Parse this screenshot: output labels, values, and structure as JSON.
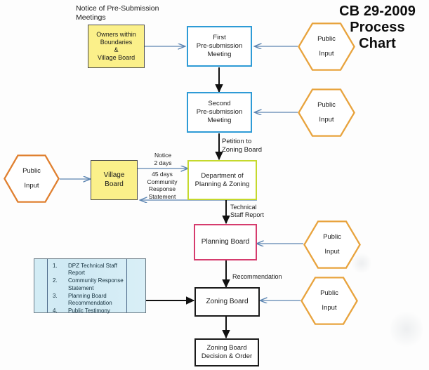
{
  "title": {
    "line1": "CB 29-2009",
    "line2": "Process",
    "line3": "Chart"
  },
  "captions": {
    "notice_of_presubmission": "Notice of Pre-Submission\nMeetings"
  },
  "nodes": {
    "owners_box": "Owners within\nBoundaries\n&\nVillage Board",
    "first_meeting": "First\nPre-submission\nMeeting",
    "second_meeting": "Second\nPre-submission\nMeeting",
    "village_board": "Village\nBoard",
    "dpz": "Department of\nPlanning & Zoning",
    "planning_board": "Planning Board",
    "zoning_board": "Zoning Board",
    "decision_order": "Zoning Board\nDecision & Order"
  },
  "public_input": {
    "line1": "Public",
    "line2": "Input"
  },
  "edge_labels": {
    "petition_to_zoning_board": "Petition to\nZoning Board",
    "notice_2_days": "Notice\n2 days",
    "community_response": "45 days\nCommunity Response\nStatement",
    "technical_staff_report": "Technical\nStaff Report",
    "recommendation": "Recommendation"
  },
  "evidence_list": {
    "items": [
      {
        "number": "1.",
        "text": "DPZ Technical Staff Report"
      },
      {
        "number": "2.",
        "text": "Community Response\nStatement"
      },
      {
        "number": "3.",
        "text": "Planning Board\nRecommendation"
      },
      {
        "number": "4.",
        "text": "Public Testimony"
      }
    ]
  },
  "colors": {
    "hexagon_stroke": "#e8a33d",
    "yellow_fill": "#fbf08a",
    "blue_border": "#2e9bd6",
    "green_border": "#c5d92d",
    "pink_border": "#d63c6e",
    "black_border": "#1b1b1b",
    "blue_arrow": "#5b84b1",
    "black_arrow": "#111111",
    "listbox_fill": "#d3ecf5"
  }
}
